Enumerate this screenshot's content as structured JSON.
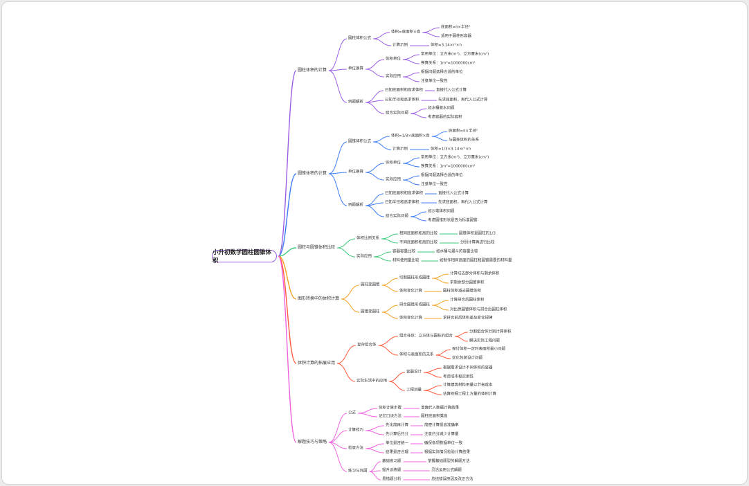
{
  "root": "小升初数学圆柱圆锥体积",
  "colors": [
    "#9b5de5",
    "#3b7cf6",
    "#3cc97a",
    "#f5a020",
    "#ff5a3c",
    "#f060e0"
  ],
  "branches": [
    {
      "label": "圆柱体积的计算",
      "children": [
        {
          "label": "圆柱体积公式",
          "children": [
            {
              "label": "体积=底面积×高",
              "children": [
                {
                  "label": "底面积=π×半径²"
                },
                {
                  "label": "适用于圆柱形容器"
                }
              ]
            },
            {
              "label": "计算示例",
              "children": [
                {
                  "label": "体积=3.14×r²×h"
                }
              ]
            }
          ]
        },
        {
          "label": "单位换算",
          "children": [
            {
              "label": "体积单位",
              "children": [
                {
                  "label": "常用单位：立方米(m³)、立方厘米(cm³)"
                },
                {
                  "label": "换算关系：1m³=1000000cm³"
                }
              ]
            },
            {
              "label": "实际应用",
              "children": [
                {
                  "label": "根据问题选择合适的单位"
                },
                {
                  "label": "注意单位一致性"
                }
              ]
            }
          ]
        },
        {
          "label": "例题解析",
          "children": [
            {
              "label": "已知底面积和高求体积",
              "children": [
                {
                  "label": "直接代入公式计算"
                }
              ]
            },
            {
              "label": "已知半径和高求体积",
              "children": [
                {
                  "label": "先求底面积，再代入公式计算"
                }
              ]
            },
            {
              "label": "结合实际问题",
              "children": [
                {
                  "label": "如水桶装水问题"
                },
                {
                  "label": "考虑容器的实际容积"
                }
              ]
            }
          ]
        }
      ]
    },
    {
      "label": "圆锥体积的计算",
      "children": [
        {
          "label": "圆锥体积公式",
          "children": [
            {
              "label": "体积=1/3×底面积×高",
              "children": [
                {
                  "label": "底面积=π×半径²"
                },
                {
                  "label": "与圆柱体积的关系"
                }
              ]
            },
            {
              "label": "计算示例",
              "children": [
                {
                  "label": "体积=1/3×3.14×r²×h"
                }
              ]
            }
          ]
        },
        {
          "label": "单位换算",
          "children": [
            {
              "label": "体积单位",
              "children": [
                {
                  "label": "常用单位：立方米(m³)、立方厘米(cm³)"
                },
                {
                  "label": "换算关系：1m³=1000000cm³"
                }
              ]
            },
            {
              "label": "实际应用",
              "children": [
                {
                  "label": "根据问题选择合适的单位"
                },
                {
                  "label": "注意单位一致性"
                }
              ]
            }
          ]
        },
        {
          "label": "例题解析",
          "children": [
            {
              "label": "已知底面积和高求体积",
              "children": [
                {
                  "label": "直接代入公式计算"
                }
              ]
            },
            {
              "label": "已知半径和高求体积",
              "children": [
                {
                  "label": "先求底面积，再代入公式计算"
                }
              ]
            },
            {
              "label": "结合实际问题",
              "children": [
                {
                  "label": "如沙堆体积问题"
                },
                {
                  "label": "考虑圆锥形状是否为标准圆锥"
                }
              ]
            }
          ]
        }
      ]
    },
    {
      "label": "圆柱与圆锥体积比较",
      "children": [
        {
          "label": "体积比例关系",
          "children": [
            {
              "label": "相同底面积和高的比较",
              "children": [
                {
                  "label": "圆锥体积是圆柱的1/3"
                }
              ]
            },
            {
              "label": "不同底面积和高的比较",
              "children": [
                {
                  "label": "分别计算再进行比较"
                }
              ]
            }
          ]
        },
        {
          "label": "实际应用",
          "children": [
            {
              "label": "容器容量比较",
              "children": [
                {
                  "label": "如水桶与漏斗的容量比较"
                }
              ]
            },
            {
              "label": "材料使用量比较",
              "children": [
                {
                  "label": "如制作相同高度的圆柱和圆锥需要的材料量"
                }
              ]
            }
          ]
        }
      ]
    },
    {
      "label": "图形转换中的体积计算",
      "children": [
        {
          "label": "圆柱变圆锥",
          "children": [
            {
              "label": "切割圆柱形成圆锥",
              "children": [
                {
                  "label": "计算切去部分体积与剩余体积"
                },
                {
                  "label": "求剩余部分圆锥体积"
                }
              ]
            },
            {
              "label": "体积变化计算",
              "children": [
                {
                  "label": "圆柱体积减去圆锥体积"
                }
              ]
            }
          ]
        },
        {
          "label": "圆锥变圆柱",
          "children": [
            {
              "label": "拼合圆锥形成圆柱",
              "children": [
                {
                  "label": "计算拼合后圆柱体积"
                },
                {
                  "label": "对比原圆锥体积与拼合后圆柱体积"
                }
              ]
            },
            {
              "label": "体积变化计算",
              "children": [
                {
                  "label": "求拼合前后体积差及变化规律"
                }
              ]
            }
          ]
        }
      ]
    },
    {
      "label": "体积计算的拓展应用",
      "children": [
        {
          "label": "复杂组合体",
          "children": [
            {
              "label": "组合柱体：立方体与圆柱的组合",
              "children": [
                {
                  "label": "分割组合体分别计算体积"
                },
                {
                  "label": "解决实际工程问题"
                }
              ]
            },
            {
              "label": "体积与表面积的关系",
              "children": [
                {
                  "label": "探讨体积一定时表面积最小问题"
                },
                {
                  "label": "优化包装设计问题"
                }
              ]
            }
          ]
        },
        {
          "label": "实际生活中的应用",
          "children": [
            {
              "label": "容器设计",
              "children": [
                {
                  "label": "根据需求设计不同体积的容器"
                },
                {
                  "label": "考虑成本和实用性"
                }
              ]
            },
            {
              "label": "工程测量",
              "children": [
                {
                  "label": "计算建筑材料用量以节省成本"
                },
                {
                  "label": "估算挖掘工程土方量的体积计算"
                }
              ]
            }
          ]
        }
      ]
    },
    {
      "label": "解题技巧与策略",
      "children": [
        {
          "label": "公式",
          "children": [
            {
              "label": "体积计算步骤",
              "children": [
                {
                  "label": "准确代入数据计算结果"
                }
              ]
            },
            {
              "label": "记忆口诀方法",
              "children": [
                {
                  "label": "圆柱底面积乘高"
                }
              ]
            }
          ]
        },
        {
          "label": "计算技巧",
          "children": [
            {
              "label": "先化简再计算",
              "children": [
                {
                  "label": "简便计算提高准确率"
                }
              ]
            },
            {
              "label": "先计算后约分",
              "children": [
                {
                  "label": "注意约分减少计算量"
                }
              ]
            }
          ]
        },
        {
          "label": "检查方法",
          "children": [
            {
              "label": "单位是否统一",
              "children": [
                {
                  "label": "确保各项数据单位一致"
                }
              ]
            },
            {
              "label": "结果是否合理",
              "children": [
                {
                  "label": "根据实际情况检验计算结果"
                }
              ]
            }
          ]
        },
        {
          "label": "练习与巩固",
          "children": [
            {
              "label": "基础练习题",
              "children": [
                {
                  "label": "掌握基础题型的解题方法"
                }
              ]
            },
            {
              "label": "提升训练题",
              "children": [
                {
                  "label": "灵活运用公式解题"
                }
              ]
            },
            {
              "label": "易错题分析",
              "children": [
                {
                  "label": "总结错误原因及改正方法"
                }
              ]
            }
          ]
        }
      ]
    }
  ]
}
